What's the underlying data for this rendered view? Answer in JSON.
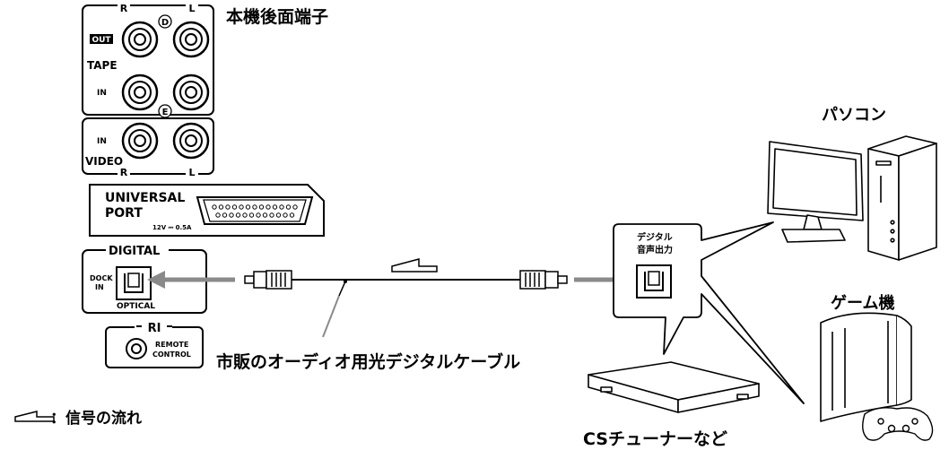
{
  "rear_panel": {
    "title": "本機後面端子",
    "tape": {
      "label": "TAPE",
      "r_label": "R",
      "l_label": "L",
      "out_label": "OUT",
      "in_label": "IN",
      "marker_d": "D",
      "marker_e": "E"
    },
    "video": {
      "label": "VIDEO",
      "in_label": "IN",
      "r_label": "R",
      "l_label": "L"
    },
    "universal_port": {
      "line1": "UNIVERSAL",
      "line2": "PORT",
      "rating": "12V ⎓ 0.5A"
    },
    "digital": {
      "label": "DIGITAL",
      "dock_line1": "DOCK",
      "dock_line2": "IN",
      "optical": "OPTICAL"
    },
    "remote": {
      "ri": "RI",
      "line1": "REMOTE",
      "line2": "CONTROL"
    }
  },
  "cable_label": "市販のオーディオ用光デジタルケーブル",
  "source_jack": {
    "line1": "デジタル",
    "line2": "音声出力"
  },
  "devices": {
    "pc": "パソコン",
    "game": "ゲーム機",
    "tuner": "CSチューナーなど"
  },
  "legend": {
    "text": "：信号の流れ"
  }
}
